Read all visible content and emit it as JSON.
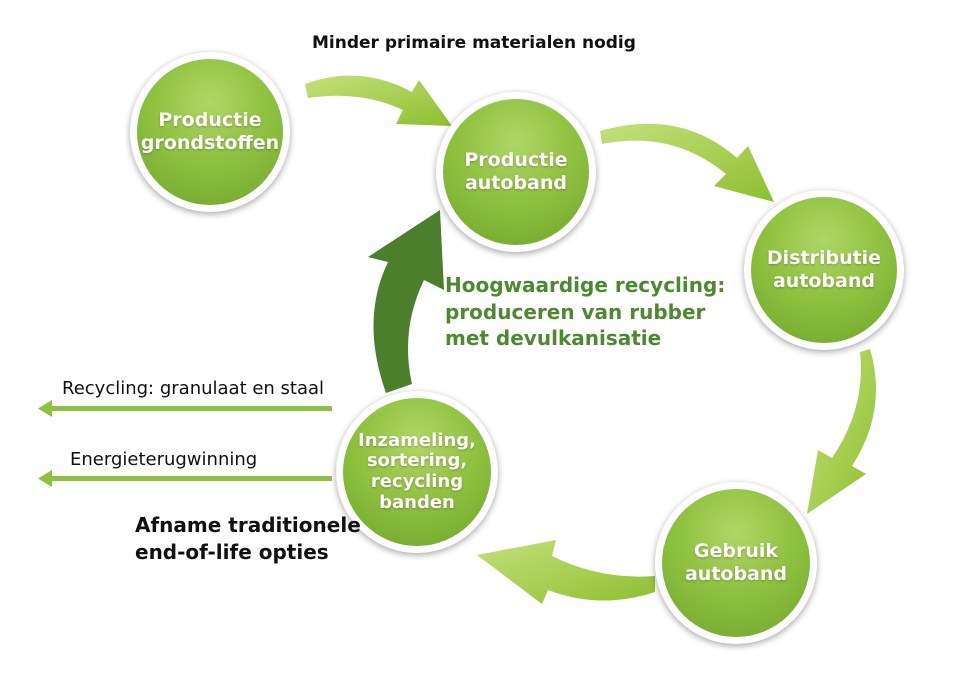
{
  "nodes": {
    "grondstoffen": "Productie\ngrondstoffen",
    "productie_autoband": "Productie\nautoband",
    "distributie": "Distributie\nautoband",
    "gebruik": "Gebruik\nautoband",
    "inzameling": "Inzameling,\nsortering,\nrecycling\nbanden"
  },
  "labels": {
    "minder_primaire": "Minder primaire materialen nodig",
    "hoogwaardig": "Hoogwaardige recycling:\nproduceren van rubber\nmet devulkanisatie",
    "recycling_granulaat": "Recycling: granulaat en staal",
    "energie": "Energieterugwinning",
    "afname": "Afname traditionele\nend-of-life opties"
  },
  "colors": {
    "light_green": "#9ac93f",
    "dark_green": "#4b7f2c",
    "node_green": "#8fc240",
    "text_green": "#4b8a2e"
  }
}
